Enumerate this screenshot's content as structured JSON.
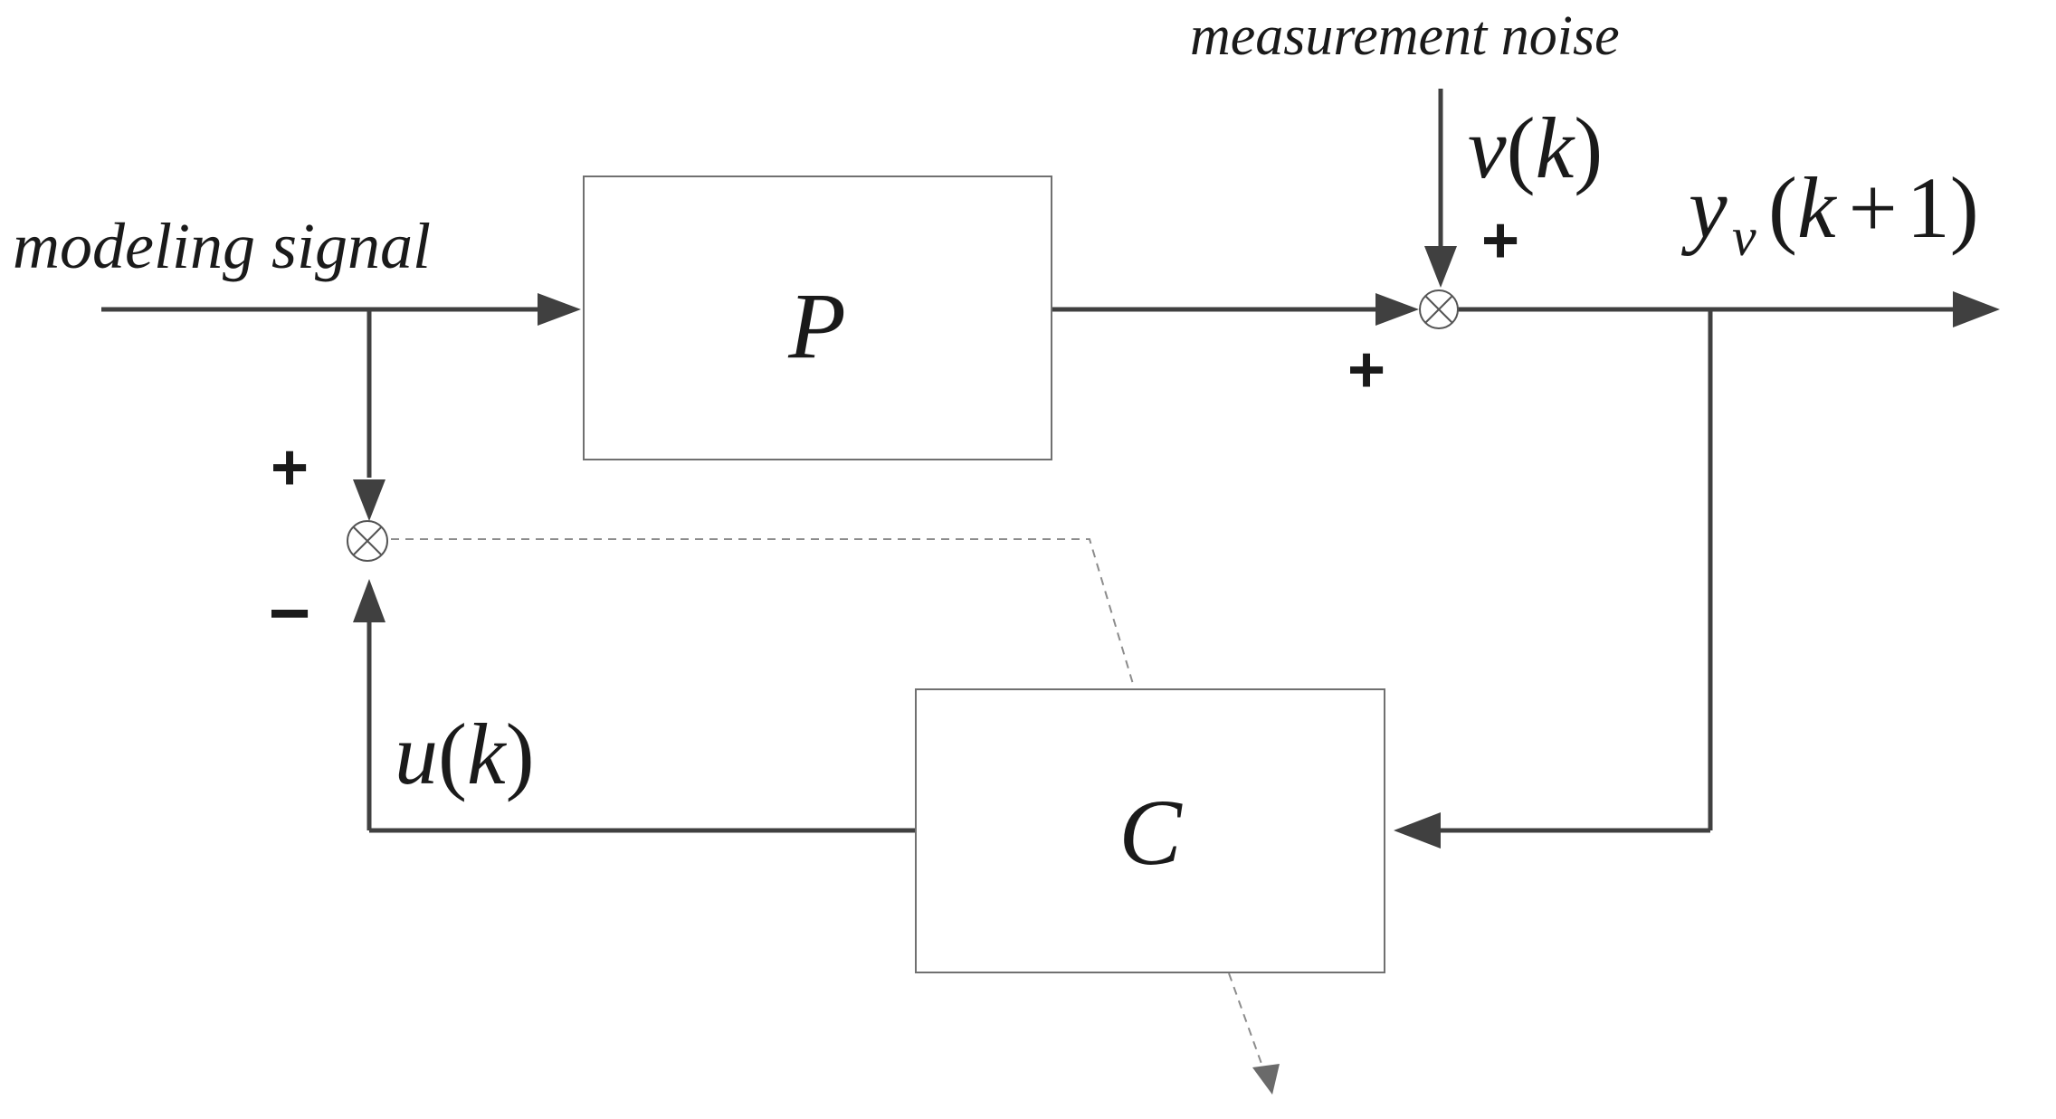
{
  "labels": {
    "modeling_signal": "modeling signal",
    "measurement_noise": "measurement noise",
    "plant_block": "P",
    "controller_block": "C",
    "noise_var": "v",
    "output_var": "y",
    "output_subscript": "v",
    "control_var": "u",
    "arg_k": "k",
    "arg_k_plus": "k",
    "plus_sign_symbol": "+",
    "one": "1",
    "open_paren": "(",
    "close_paren": ")"
  },
  "signs": {
    "noise_input": "+",
    "plant_input": "+",
    "signal_input": "+",
    "feedback_input": "−"
  }
}
